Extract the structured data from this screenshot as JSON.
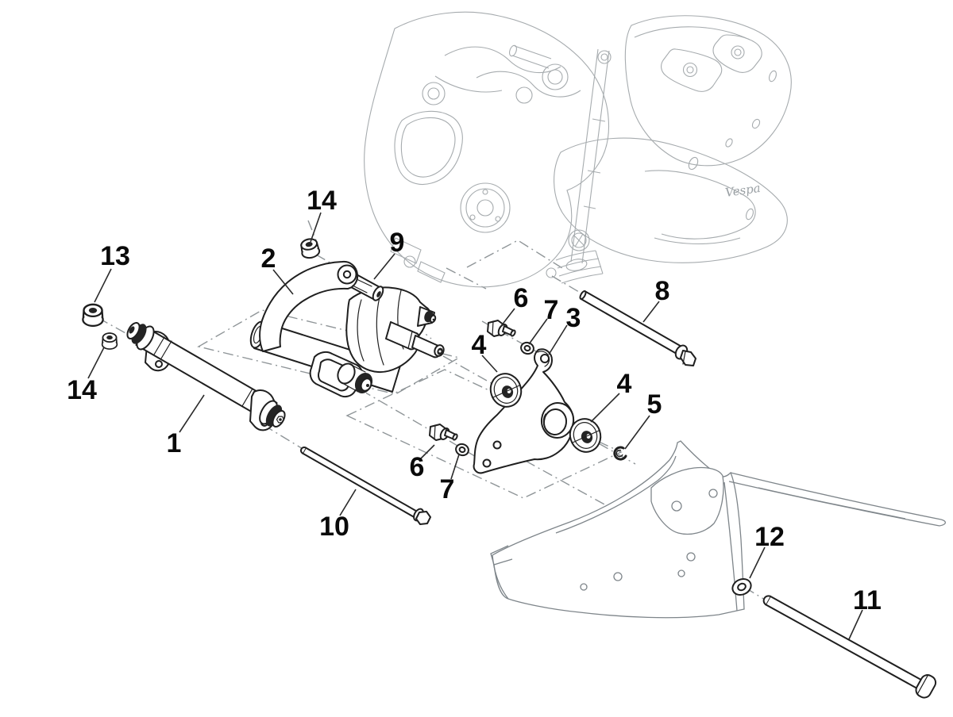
{
  "diagram": {
    "kind": "exploded-parts-diagram",
    "subject": "scooter-engine-swing-arm-assembly",
    "brand_logo": "Vespa",
    "colors": {
      "background": "#ffffff",
      "part_line": "#1f1f1f",
      "engine_line": "#a6abae",
      "frame_line": "#7e858a",
      "dash_line": "#8f9598",
      "callout_text": "#000000"
    },
    "callouts": [
      {
        "label": "13"
      },
      {
        "label": "14"
      },
      {
        "label": "14"
      },
      {
        "label": "2"
      },
      {
        "label": "9"
      },
      {
        "label": "1"
      },
      {
        "label": "6"
      },
      {
        "label": "7"
      },
      {
        "label": "3"
      },
      {
        "label": "8"
      },
      {
        "label": "4"
      },
      {
        "label": "4"
      },
      {
        "label": "5"
      },
      {
        "label": "6"
      },
      {
        "label": "7"
      },
      {
        "label": "10"
      },
      {
        "label": "12"
      },
      {
        "label": "11"
      }
    ]
  }
}
